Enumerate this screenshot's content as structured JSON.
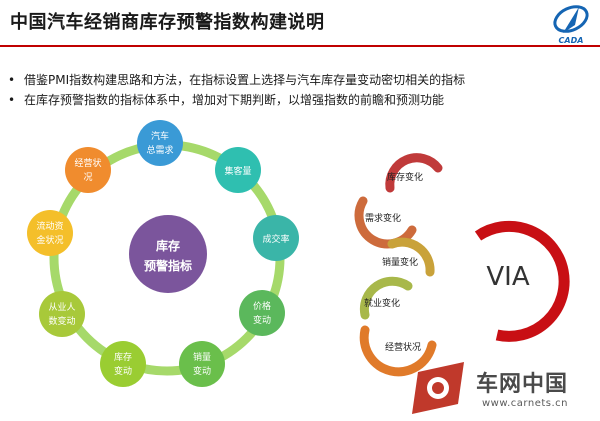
{
  "header": {
    "title": "中国汽车经销商库存预警指数构建说明",
    "logo_text": "CADA",
    "logo_icon": "cada-logo-icon",
    "rule_color": "#c00000"
  },
  "bullets": [
    "借鉴PMI指数构建思路和方法，在指标设置上选择与汽车库存量变动密切相关的指标",
    "在库存预警指数的指标体系中，增加对下期判断，以增强指数的前瞻和预测功能"
  ],
  "ring": {
    "center": {
      "line1": "库存",
      "line2": "预警指标",
      "color": "#7b559c"
    },
    "ring_color": "#a6d96a",
    "nodes": [
      {
        "line1": "汽车",
        "line2": "总需求",
        "color": "#3a9ad6"
      },
      {
        "line1": "集客量",
        "line2": "",
        "color": "#2fbfb0"
      },
      {
        "line1": "成交率",
        "line2": "",
        "color": "#3ab5a8"
      },
      {
        "line1": "价格",
        "line2": "变动",
        "color": "#5bb85c"
      },
      {
        "line1": "销量",
        "line2": "变动",
        "color": "#6abf4b"
      },
      {
        "line1": "库存",
        "line2": "变动",
        "color": "#9acd32"
      },
      {
        "line1": "从业人",
        "line2": "数变动",
        "color": "#a8c93a"
      },
      {
        "line1": "流动资",
        "line2": "金状况",
        "color": "#f4bf2a"
      },
      {
        "line1": "经营状",
        "line2": "况",
        "color": "#f08c2e"
      }
    ]
  },
  "cycle": {
    "labels": [
      "库存变化",
      "需求变化",
      "销量变化",
      "就业变化",
      "经营状况"
    ],
    "colors": [
      "#c03a3a",
      "#cd6b3c",
      "#c9a23a",
      "#a8b84a",
      "#e07a2a"
    ]
  },
  "via": {
    "label": "VIA",
    "arc_color": "#c80f14"
  },
  "footer": {
    "brand": "车网中国",
    "url": "www.carnets.cn",
    "brand_color": "#4a4a4a"
  }
}
